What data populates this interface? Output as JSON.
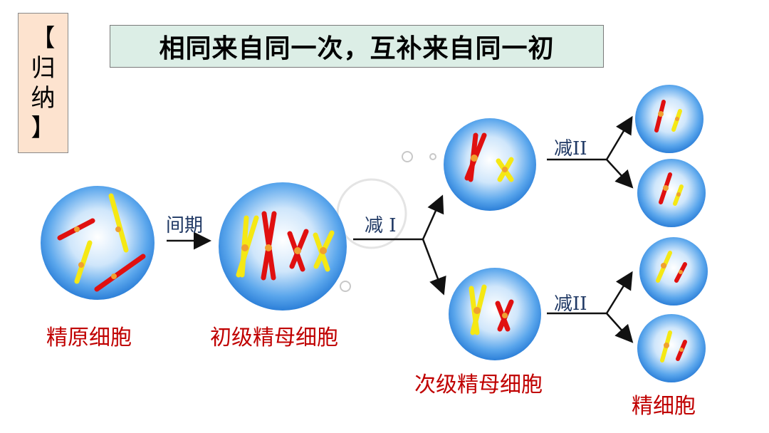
{
  "side_label": {
    "open": "【",
    "line1": "归",
    "line2": "纳",
    "close": "】"
  },
  "title": "相同来自同一次，互补来自同一初",
  "stage_arrow_labels": {
    "interphase": "间期",
    "meiosis1": "减 I",
    "meiosis2_top": "减II",
    "meiosis2_bottom": "减II"
  },
  "cell_labels": {
    "spermatogonium": "精原细胞",
    "primary": "初级精母细胞",
    "secondary": "次级精母细胞",
    "sperm": "精细胞"
  },
  "colors": {
    "red": "#e01010",
    "yellow": "#f5e814",
    "centromere": "#f0a030",
    "cell_edge": "#3d8fe0",
    "arrow": "#111111"
  },
  "icons": [
    "arrow-icon",
    "branch-arrow-icon"
  ]
}
